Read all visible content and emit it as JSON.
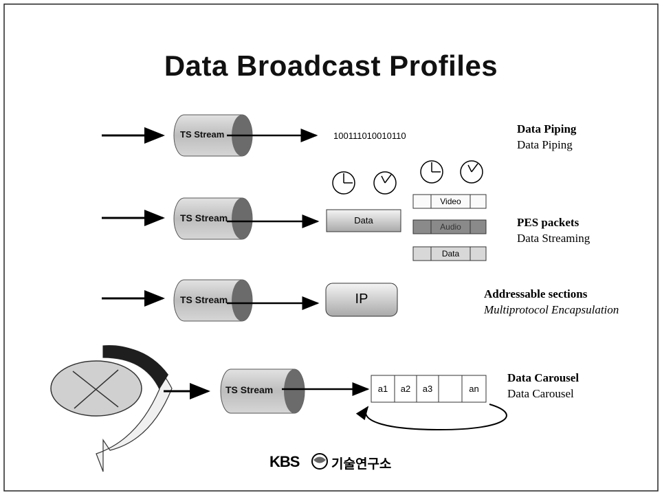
{
  "title": "Data Broadcast Profiles",
  "cylinder_label": "TS Stream",
  "rows": [
    {
      "heading": "Data Piping",
      "subtitle": "Data Piping",
      "output": "100111010010110"
    },
    {
      "heading": "PES packets",
      "subtitle": "Data Streaming",
      "packet": "Data",
      "stream_bars": [
        "Video",
        "Audio",
        "Data"
      ]
    },
    {
      "heading": "Addressable sections",
      "subtitle": "Multiprotocol Encapsulation",
      "packet": "IP"
    },
    {
      "heading": "Data Carousel",
      "subtitle": "Data Carousel",
      "cells": [
        "a1",
        "a2",
        "a3",
        "",
        "an"
      ]
    }
  ],
  "footer": {
    "logo": "KBS",
    "org": "기술연구소"
  },
  "colors": {
    "border": "#222222",
    "cylinder": "#bdbdbd",
    "cylinder_end": "#6b6b6b",
    "audio_bar": "#8a8a8a"
  }
}
